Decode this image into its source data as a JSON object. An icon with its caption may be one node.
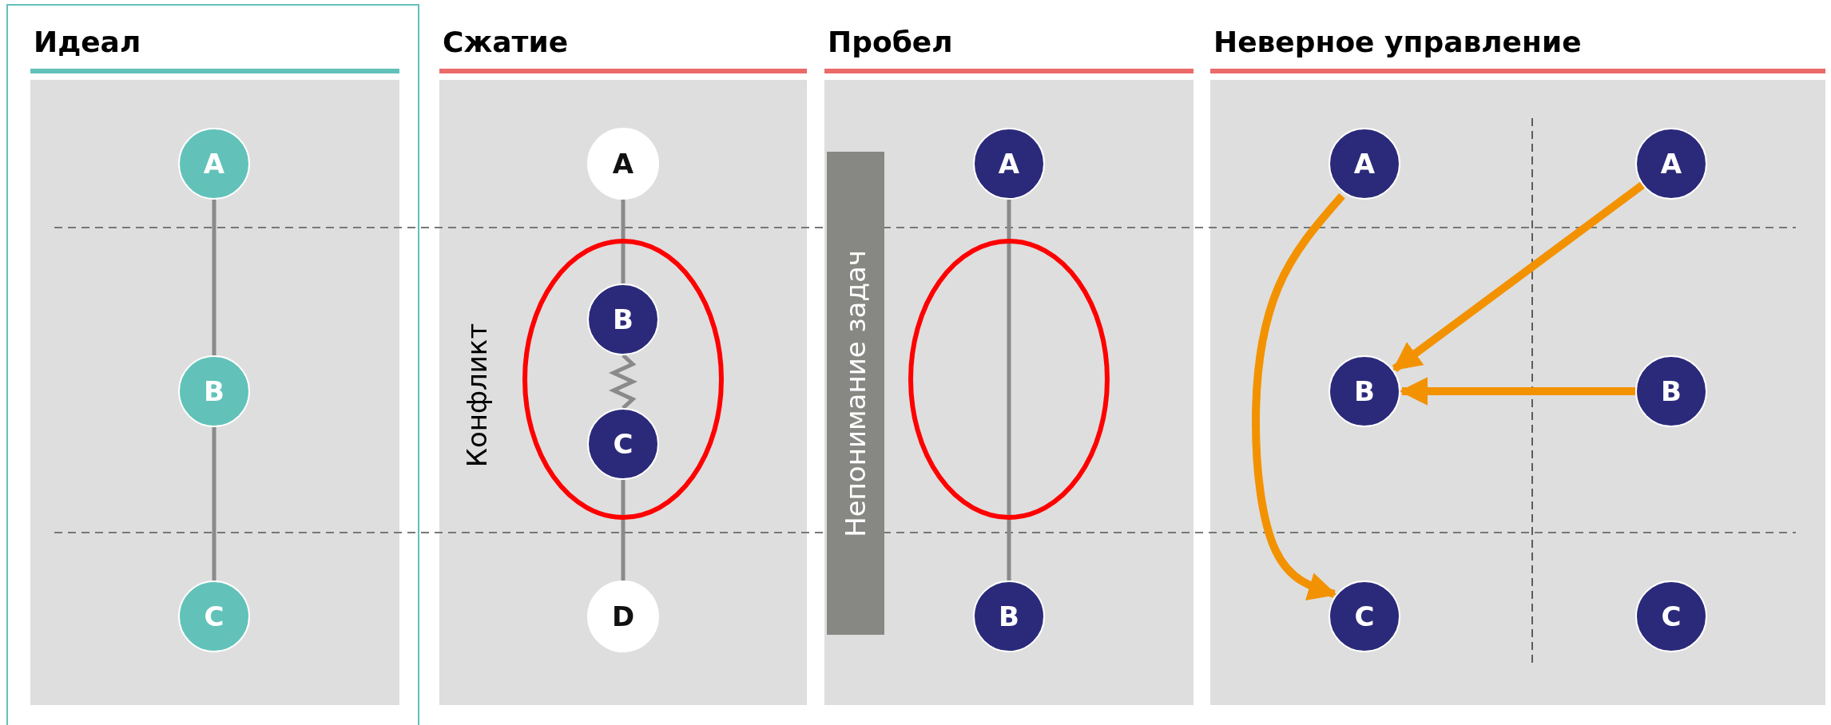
{
  "diagram": {
    "nodes": [
      {
        "text": [
          "Идеал"
        ]
      },
      {
        "text": [
          "A"
        ],
        "in": 0
      },
      {
        "text": [
          "B"
        ],
        "in": 0
      },
      {
        "text": [
          "C"
        ],
        "in": 0
      },
      {
        "text": [
          "Сжатие"
        ]
      },
      {
        "text": [
          "A"
        ],
        "in": 4
      },
      {
        "text": [
          "B"
        ],
        "in": 4
      },
      {
        "text": [
          "C"
        ],
        "in": 4
      },
      {
        "text": [
          "D"
        ],
        "in": 4
      },
      {
        "text": [
          "Пробел"
        ]
      },
      {
        "text": [
          "Непонимание задач"
        ],
        "in": 9
      },
      {
        "text": [
          "A"
        ],
        "in": 9
      },
      {
        "text": [
          "B"
        ],
        "in": 9
      },
      {
        "text": [
          "Неверное управление"
        ]
      },
      {
        "text": [
          "A"
        ],
        "in": 13
      },
      {
        "text": [
          "A"
        ],
        "in": 13
      },
      {
        "text": [
          "B"
        ],
        "in": 13
      },
      {
        "text": [
          "B"
        ],
        "in": 13
      },
      {
        "text": [
          "C"
        ],
        "in": 13
      },
      {
        "text": [
          "C"
        ],
        "in": 13
      }
    ],
    "edges": [
      {
        "from": 1,
        "to": 2,
        "arrow": "none"
      },
      {
        "from": 2,
        "to": 3,
        "arrow": "none"
      },
      {
        "from": 5,
        "to": 6,
        "arrow": "none"
      },
      {
        "from": 6,
        "to": 7,
        "arrow": "none"
      },
      {
        "from": 7,
        "to": 8,
        "arrow": "none"
      },
      {
        "from": 11,
        "to": 12,
        "arrow": "none"
      },
      {
        "from": 14,
        "to": 18,
        "arrow": "to",
        "style": "thick",
        "color": "#f39200"
      },
      {
        "from": 15,
        "to": 16,
        "arrow": "to",
        "style": "thick",
        "color": "#f39200"
      },
      {
        "from": 17,
        "to": 16,
        "arrow": "to",
        "style": "thick",
        "color": "#f39200"
      }
    ],
    "labels": [
      "Конфликт"
    ]
  }
}
